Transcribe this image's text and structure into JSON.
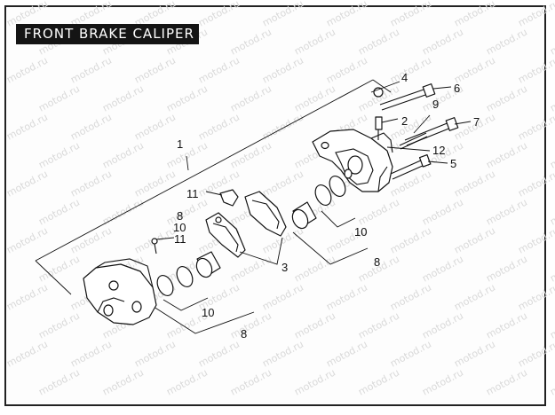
{
  "title": "FRONT BRAKE CALIPER",
  "watermark": "motod.ru",
  "colors": {
    "ink": "#111111",
    "title_bg": "#141414",
    "watermark": "#d9d9d9"
  },
  "callouts": {
    "c1": "1",
    "c2": "2",
    "c3": "3",
    "c4": "4",
    "c5": "5",
    "c6": "6",
    "c7": "7",
    "c8_top": "8",
    "c8_mid": "8",
    "c8_bottom": "8",
    "c9": "9",
    "c10_upper": "10",
    "c10_mid": "10",
    "c10_bottom": "10",
    "c11_upper": "11",
    "c11_mid": "11",
    "c12": "12"
  }
}
